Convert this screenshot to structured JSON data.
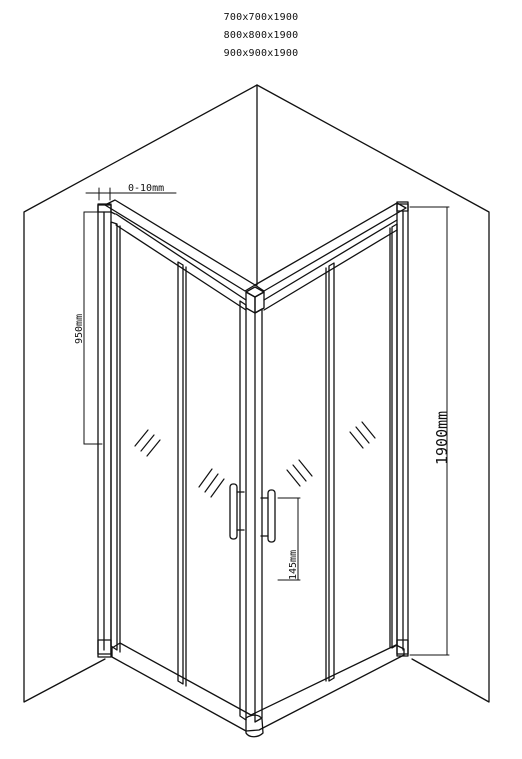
{
  "sizes": [
    "700x700x1900",
    "800x800x1900",
    "900x900x1900"
  ],
  "dimensions": {
    "gap": "0-10mm",
    "handle_height": "950mm",
    "handle_length": "145mm",
    "total_height": "1900mm"
  }
}
